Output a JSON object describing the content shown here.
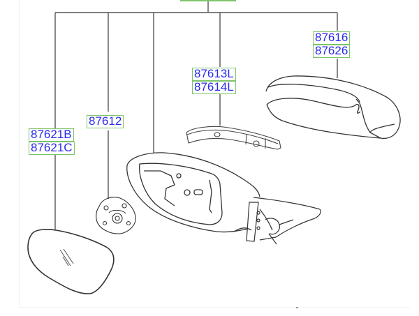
{
  "diagram": {
    "title_tab": "",
    "colors": {
      "label_text": "#2a2af0",
      "label_border": "#7cc46a",
      "line": "#444444",
      "background": "#ffffff"
    },
    "callouts": [
      {
        "id": "cover",
        "labels": [
          "87616",
          "87626"
        ],
        "part": "mirror-scalp-cover"
      },
      {
        "id": "repeater",
        "labels": [
          "87613L",
          "87614L"
        ],
        "part": "side-repeater-lamp"
      },
      {
        "id": "actuator",
        "labels": [
          "87612"
        ],
        "part": "mirror-actuator"
      },
      {
        "id": "glass",
        "labels": [
          "87621B",
          "87621C"
        ],
        "part": "mirror-glass"
      },
      {
        "id": "housing",
        "labels": [],
        "part": "mirror-housing-assembly"
      }
    ]
  }
}
